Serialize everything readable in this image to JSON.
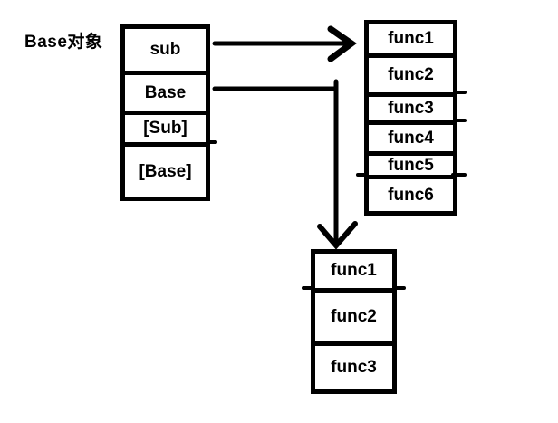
{
  "diagram": {
    "title": "Base对象",
    "colors": {
      "ink": "#000000",
      "background": "#ffffff"
    },
    "base_object_stack": {
      "cells": [
        {
          "label": "sub"
        },
        {
          "label": "Base"
        },
        {
          "label": "[Sub]"
        },
        {
          "label": "[Base]"
        }
      ]
    },
    "sub_vtable_stack": {
      "cells": [
        {
          "label": "func1"
        },
        {
          "label": "func2"
        },
        {
          "label": "func3"
        },
        {
          "label": "func4"
        },
        {
          "label": "func5"
        },
        {
          "label": "func6"
        }
      ]
    },
    "base_vtable_stack": {
      "cells": [
        {
          "label": "func1"
        },
        {
          "label": "func2"
        },
        {
          "label": "func3"
        }
      ]
    },
    "arrows": [
      {
        "name": "sub-to-sub-vtable",
        "from": "sub",
        "to": "func1 table (right)"
      },
      {
        "name": "base-to-base-vtable",
        "from": "Base",
        "to": "func1 table (bottom)"
      }
    ]
  }
}
